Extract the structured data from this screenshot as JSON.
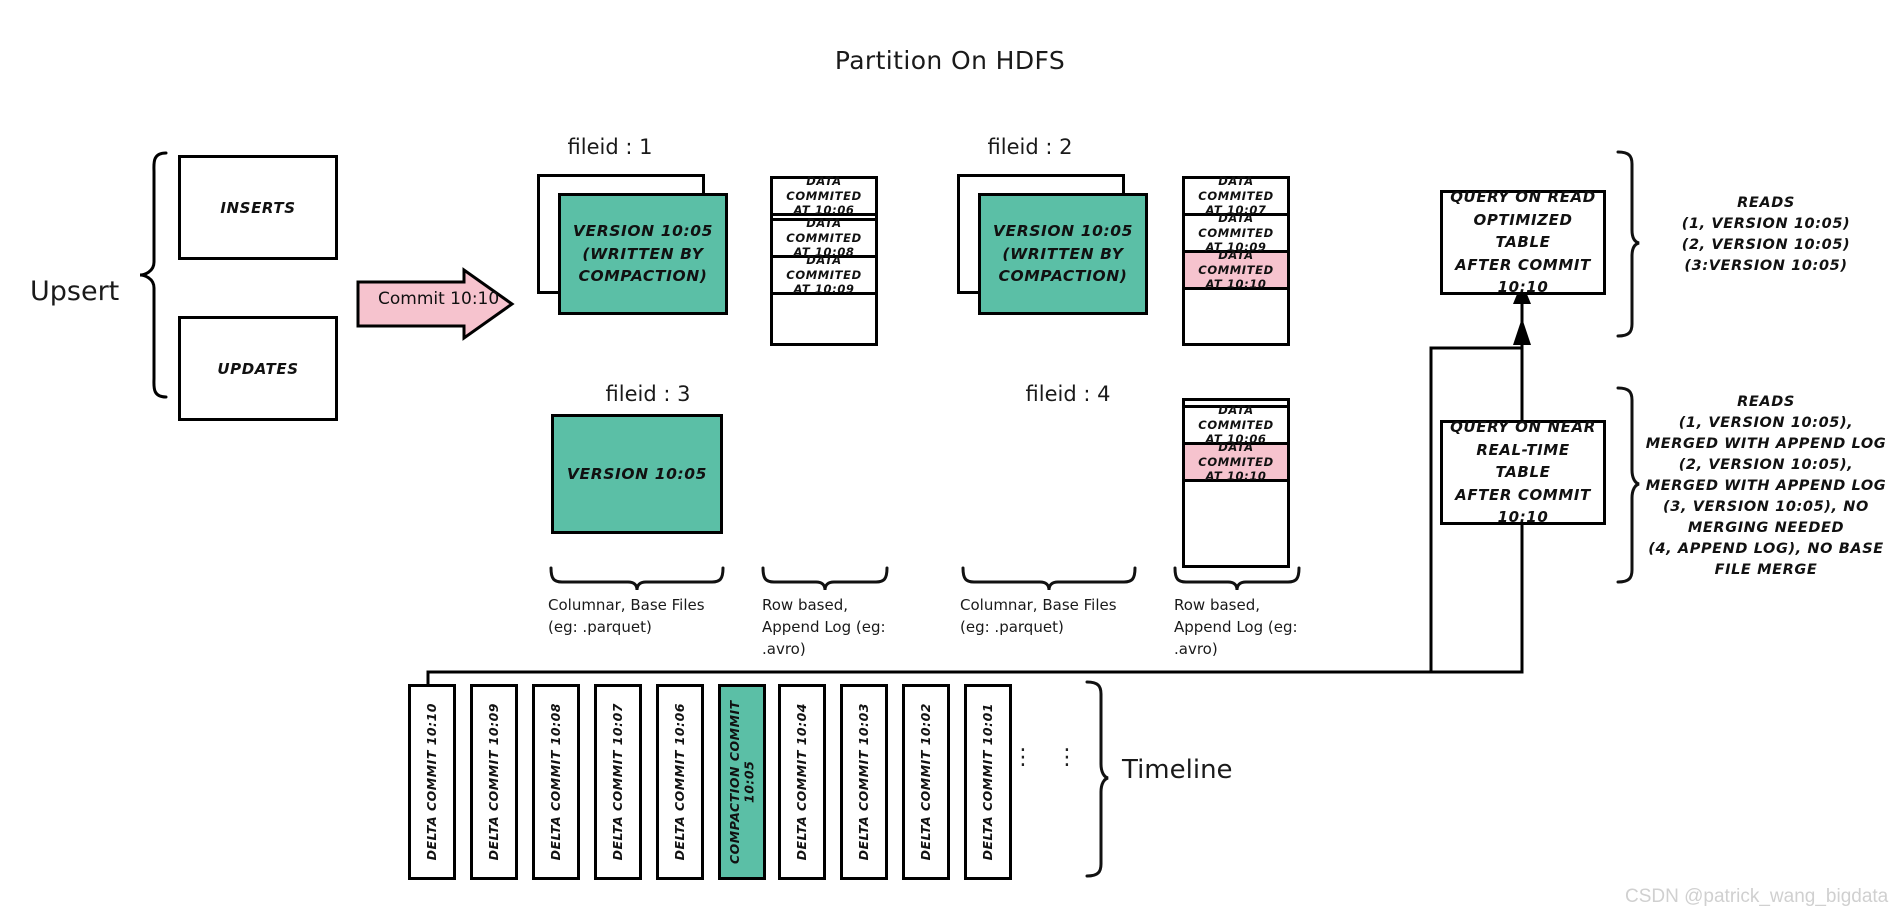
{
  "title": "Partition On HDFS",
  "watermark": "CSDN @patrick_wang_bigdata",
  "left": {
    "upsert_label": "Upsert",
    "inserts_label": "INSERTS",
    "updates_label": "UPDATES",
    "commit_arrow_label": "Commit 10:10"
  },
  "files": [
    {
      "id": "fileid-1",
      "header": "fileid : 1",
      "base_file": {
        "present": true,
        "stacked": true,
        "color": "#5bbfa6",
        "text": "VERSION 10:05\n(WRITTEN BY\nCOMPACTION)"
      },
      "log_entries": [
        {
          "text": "DATA COMMITED\nAT 10:06",
          "highlight": false
        },
        {
          "text": "DATA COMMITED\nAT 10:08",
          "highlight": false
        },
        {
          "text": "DATA COMMITED\nAT 10:09",
          "highlight": false
        }
      ]
    },
    {
      "id": "fileid-2",
      "header": "fileid : 2",
      "base_file": {
        "present": true,
        "stacked": true,
        "color": "#5bbfa6",
        "text": "VERSION 10:05\n(WRITTEN BY\nCOMPACTION)"
      },
      "log_entries": [
        {
          "text": "DATA COMMITED\nAT 10:07",
          "highlight": false
        },
        {
          "text": "DATA COMMITED\nAT 10:09",
          "highlight": false
        },
        {
          "text": "DATA COMMITED\nAT 10:10",
          "highlight": true
        }
      ]
    },
    {
      "id": "fileid-3",
      "header": "fileid : 3",
      "base_file": {
        "present": true,
        "stacked": false,
        "color": "#5bbfa6",
        "text": "VERSION 10:05"
      },
      "log_entries": []
    },
    {
      "id": "fileid-4",
      "header": "fileid : 4",
      "base_file": {
        "present": false,
        "stacked": false,
        "color": "",
        "text": ""
      },
      "log_entries": [
        {
          "text": "DATA COMMITED\nAT 10:06",
          "highlight": false
        },
        {
          "text": "DATA COMMITED\nAT 10:10",
          "highlight": true
        }
      ]
    }
  ],
  "captions": {
    "columnar_1": "Columnar, Base Files\n(eg: .parquet)",
    "rowlog_1": "Row based,\nAppend Log  (eg:\n.avro)",
    "columnar_2": "Columnar, Base Files\n(eg: .parquet)",
    "rowlog_2": "Row based,\nAppend Log  (eg:\n.avro)"
  },
  "queries": [
    {
      "id": "query-read-optimized",
      "box_text": "QUERY ON READ\nOPTIMIZED TABLE\nAFTER COMMIT\n10:10",
      "reads_text": "READS\n(1, VERSION 10:05)\n(2, VERSION 10:05)\n(3:VERSION 10:05)"
    },
    {
      "id": "query-near-real-time",
      "box_text": "QUERY ON NEAR\nREAL-TIME TABLE\nAFTER COMMIT\n10:10",
      "reads_text": "READS\n(1, VERSION 10:05),\nMERGED WITH APPEND LOG\n(2, VERSION 10:05),\nMERGED WITH APPEND LOG\n(3, VERSION 10:05), NO\nMERGING NEEDED\n(4, APPEND LOG), NO BASE\nFILE MERGE"
    }
  ],
  "timeline": {
    "label": "Timeline",
    "commits": [
      {
        "text": "DELTA COMMIT  10:10",
        "type": "delta"
      },
      {
        "text": "DELTA COMMIT  10:09",
        "type": "delta"
      },
      {
        "text": "DELTA COMMIT  10:08",
        "type": "delta"
      },
      {
        "text": "DELTA COMMIT  10:07",
        "type": "delta"
      },
      {
        "text": "DELTA COMMIT  10:06",
        "type": "delta"
      },
      {
        "text": "COMPACTION COMMIT 10:05",
        "type": "compaction"
      },
      {
        "text": "DELTA COMMIT  10:04",
        "type": "delta"
      },
      {
        "text": "DELTA COMMIT  10:03",
        "type": "delta"
      },
      {
        "text": "DELTA COMMIT  10:02",
        "type": "delta"
      },
      {
        "text": "DELTA COMMIT  10:01",
        "type": "delta"
      }
    ],
    "ellipsis": "⋮"
  },
  "colors": {
    "teal": "#5bbfa6",
    "pink": "#f6c3ce",
    "stroke": "#000000",
    "watermark": "#d0d0d0"
  }
}
